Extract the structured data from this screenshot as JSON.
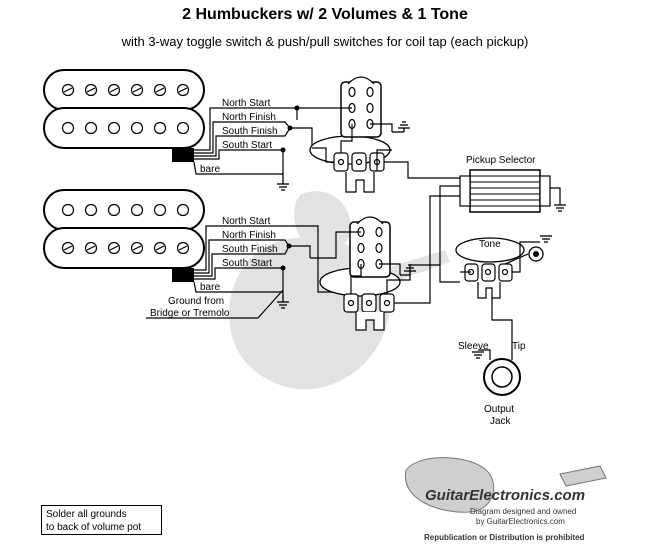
{
  "header": {
    "title": "2 Humbuckers w/ 2 Volumes & 1 Tone",
    "subtitle": "with 3-way toggle switch & push/pull switches for coil tap (each pickup)"
  },
  "neck_pickup": {
    "leads": [
      "North Start",
      "North Finish",
      "South Finish",
      "South Start"
    ],
    "bare": "bare"
  },
  "bridge_pickup": {
    "leads": [
      "North Start",
      "North Finish",
      "South Finish",
      "South Start"
    ],
    "bare": "bare"
  },
  "labels": {
    "pickup_selector": "Pickup Selector",
    "tone": "Tone",
    "ground_line1": "Ground from",
    "ground_line2": "Bridge or Tremolo",
    "sleeve": "Sleeve",
    "tip": "Tip",
    "output_line1": "Output",
    "output_line2": "Jack"
  },
  "note": {
    "line1": "Solder all grounds",
    "line2": "to back of volume pot"
  },
  "brand": {
    "logo": "GuitarElectronics.com",
    "line1": "Diagram designed and owned",
    "line2": "by GuitarElectronics.com",
    "line3": "Republication or Distribution is prohibited"
  },
  "colors": {
    "ink": "#000000",
    "wire": "#000000",
    "pickup_fill": "#ffffff",
    "watermark": "#d0d0d0",
    "shadow": "#bdbdbd"
  }
}
